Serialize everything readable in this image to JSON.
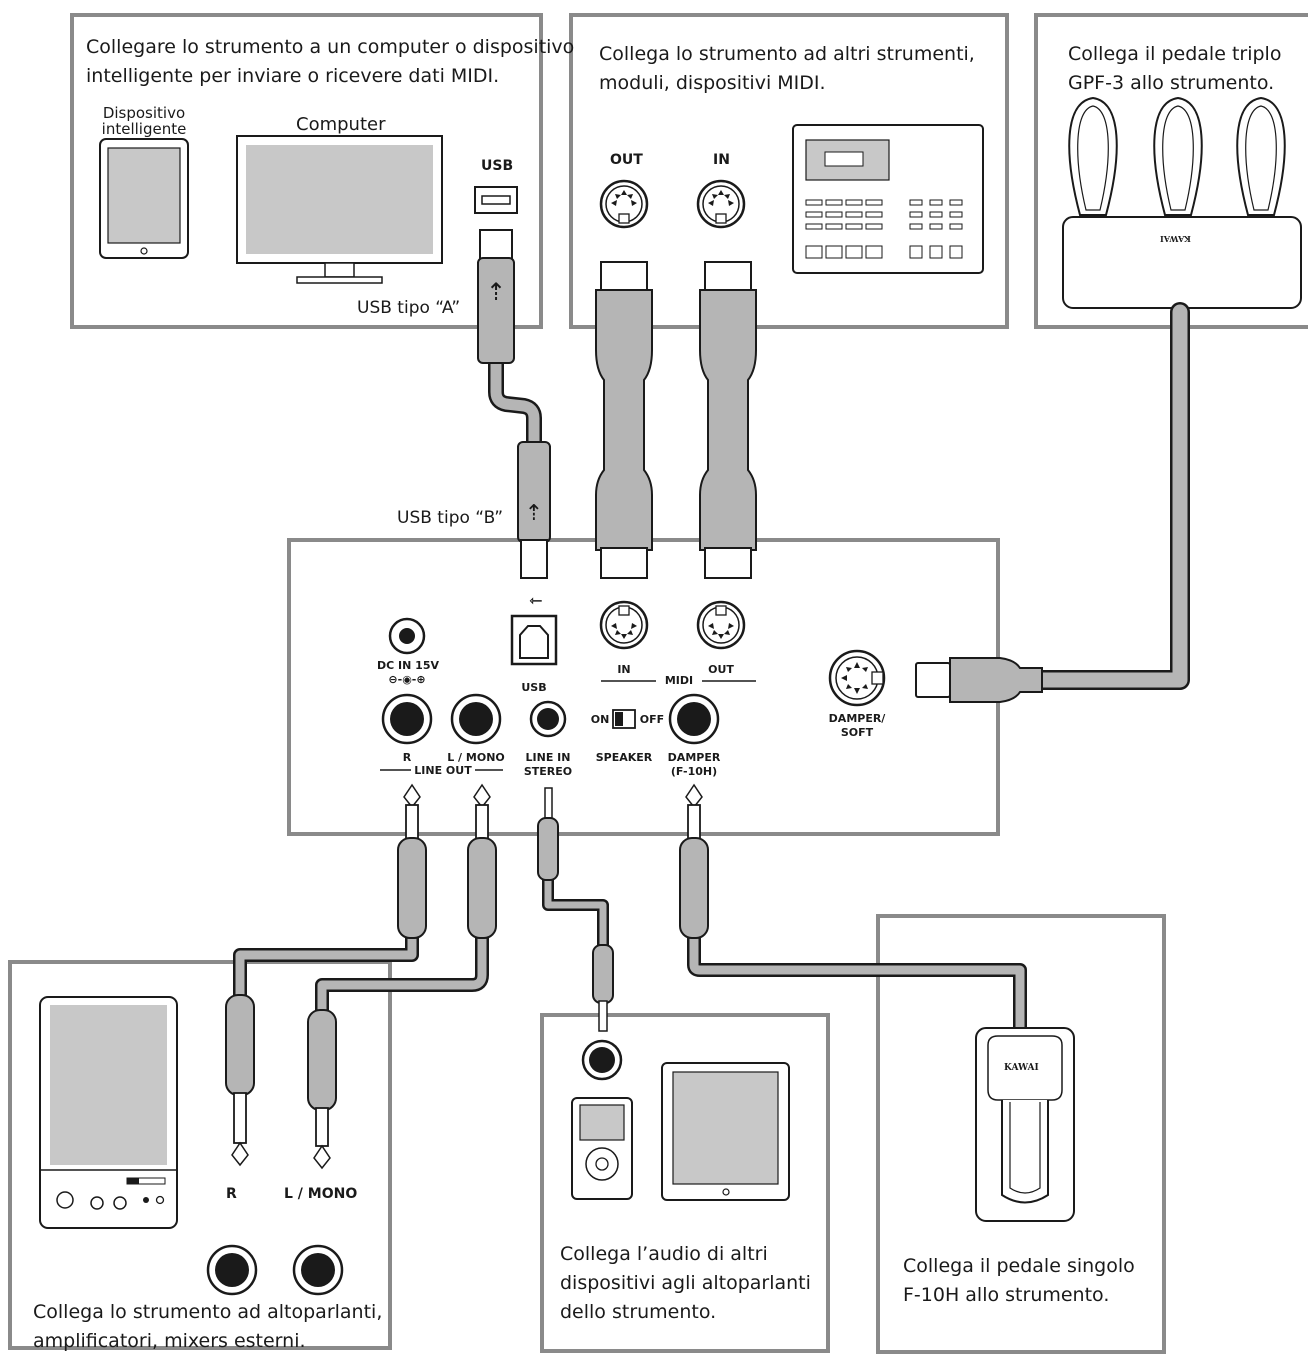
{
  "panels": {
    "computer": {
      "desc_line1": "Collegare lo strumento a un computer o dispositivo",
      "desc_line2": "intelligente per inviare o ricevere dati MIDI.",
      "smart_device_line1": "Dispositivo",
      "smart_device_line2": "intelligente",
      "computer_label": "Computer",
      "usb_label": "USB",
      "usb_a_label": "USB tipo “A”"
    },
    "midi": {
      "desc_line1": "Collega lo strumento ad altri strumenti,",
      "desc_line2": "moduli, dispositivi MIDI.",
      "out_label": "OUT",
      "in_label": "IN"
    },
    "pedal3": {
      "desc_line1": "Collega il pedale triplo",
      "desc_line2": "GPF-3 allo strumento.",
      "brand": "KAWAI"
    },
    "speakers": {
      "desc_line1": "Collega lo strumento ad altoparlanti,",
      "desc_line2": "amplificatori, mixers esterni.",
      "r_label": "R",
      "l_label": "L / MONO"
    },
    "audio": {
      "desc_line1": "Collega l’audio di altri",
      "desc_line2": "dispositivi agli altoparlanti",
      "desc_line3": "dello strumento."
    },
    "pedal1": {
      "desc_line1": "Collega il pedale singolo",
      "desc_line2": "F-10H allo strumento.",
      "brand": "KAWAI"
    }
  },
  "instrument": {
    "usb_b_label": "USB tipo “B”",
    "dc_in": "DC IN 15V",
    "usb": "USB",
    "midi_in": "IN",
    "midi_out": "OUT",
    "midi": "MIDI",
    "on": "ON",
    "off": "OFF",
    "speaker": "SPEAKER",
    "r": "R",
    "l_mono": "L / MONO",
    "line_out": "LINE OUT",
    "line_in_1": "LINE IN",
    "line_in_2": "STEREO",
    "damper_1": "DAMPER",
    "damper_2": "(F-10H)",
    "damper_soft_1": "DAMPER/",
    "damper_soft_2": "SOFT"
  },
  "colors": {
    "frame": "#8a8a8a",
    "cable": "#b5b5b5",
    "outline": "#1a1a1a"
  }
}
